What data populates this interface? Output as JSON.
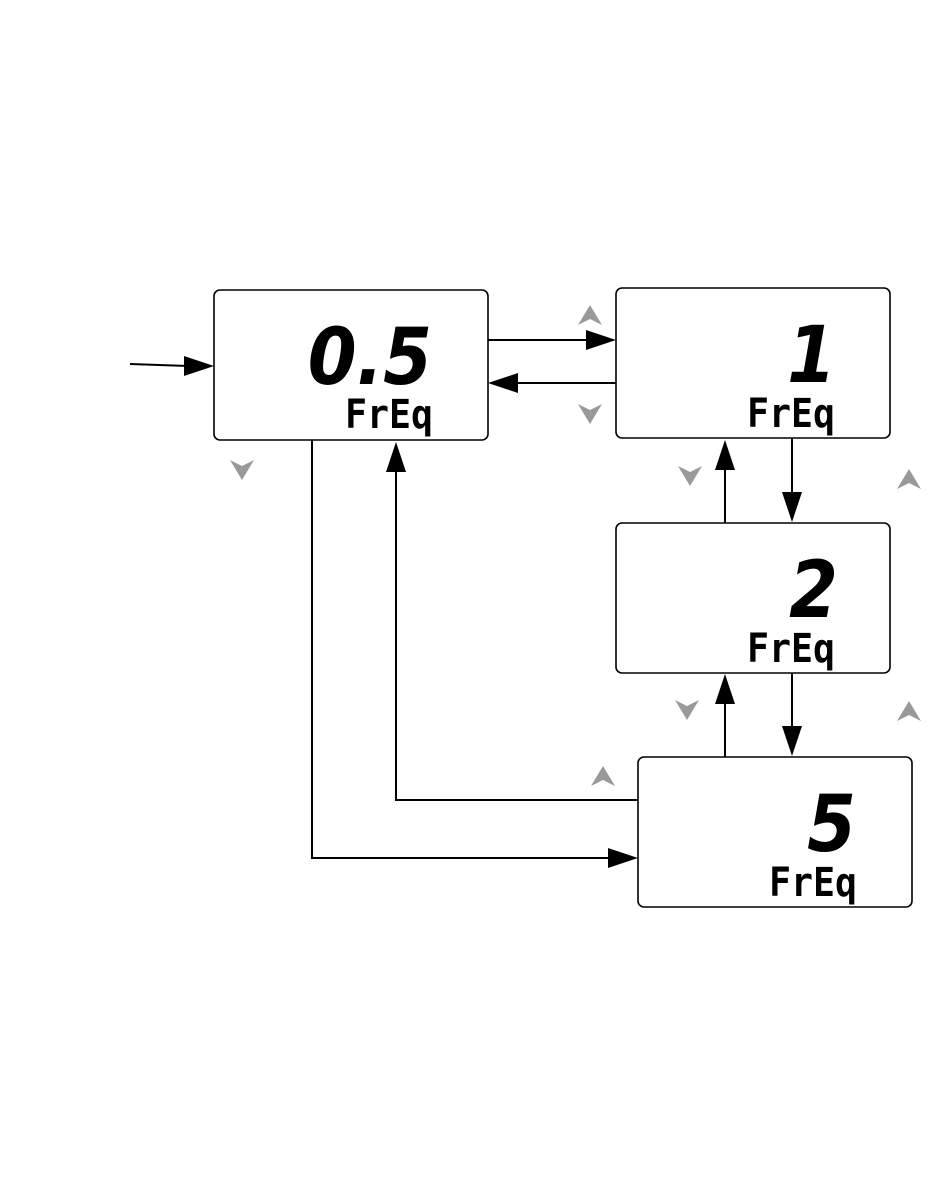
{
  "colors": {
    "key_icon": "#999999",
    "line": "#000000",
    "background": "#ffffff"
  },
  "displays": [
    {
      "id": "freq-0-5",
      "value": "0.5",
      "label": "FrEq"
    },
    {
      "id": "freq-1",
      "value": "1",
      "label": "FrEq"
    },
    {
      "id": "freq-2",
      "value": "2",
      "label": "FrEq"
    },
    {
      "id": "freq-5",
      "value": "5",
      "label": "FrEq"
    }
  ],
  "keys": {
    "up": "up-arrow-key-icon",
    "down": "down-arrow-key-icon"
  }
}
